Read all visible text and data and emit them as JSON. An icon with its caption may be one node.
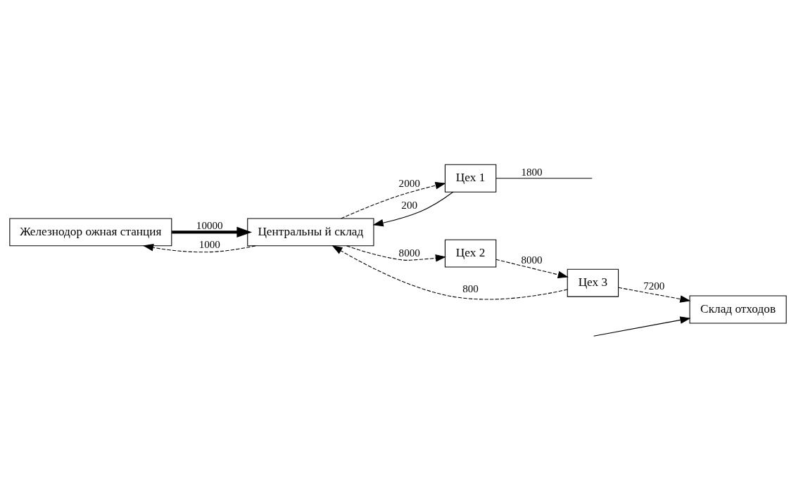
{
  "diagram": {
    "nodes": [
      {
        "text": [
          "Железнодор ожная станция"
        ]
      },
      {
        "text": [
          "Цех 1"
        ]
      },
      {
        "text": [
          "Центральны й склад"
        ]
      },
      {
        "text": [
          "Цех 2"
        ]
      },
      {
        "text": [
          "Цех 3"
        ]
      },
      {
        "text": [
          "Склад отходов"
        ]
      }
    ],
    "edges": [
      {
        "from": 0,
        "to": 2,
        "arrow": "to",
        "label": "10000",
        "style": "thick"
      },
      {
        "from": 2,
        "to": 0,
        "arrow": "to",
        "label": "1000",
        "style": "dashed"
      },
      {
        "from": 2,
        "to": 1,
        "arrow": "to",
        "label": "2000",
        "style": "dashed"
      },
      {
        "from": 1,
        "to": 2,
        "arrow": "to",
        "label": "200"
      },
      {
        "from": 1,
        "to": null,
        "arrow": "none",
        "label": "1800"
      },
      {
        "from": 2,
        "to": 3,
        "arrow": "to",
        "label": "8000",
        "style": "dashed"
      },
      {
        "from": 3,
        "to": 4,
        "arrow": "to",
        "label": "8000",
        "style": "dashed"
      },
      {
        "from": 4,
        "to": 2,
        "arrow": "to",
        "label": "800",
        "style": "dashed"
      },
      {
        "from": 4,
        "to": 5,
        "arrow": "to",
        "label": "7200",
        "style": "dashed"
      },
      {
        "from": null,
        "to": 5,
        "arrow": "to"
      }
    ]
  }
}
